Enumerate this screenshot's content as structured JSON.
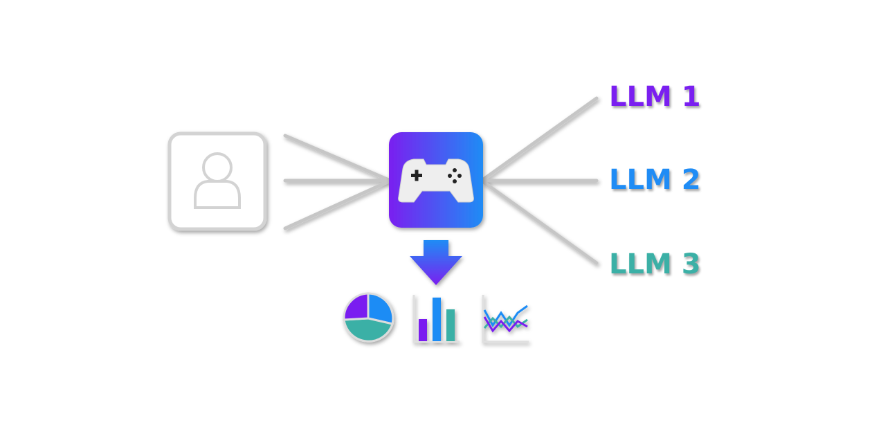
{
  "nodes": {
    "user": {
      "icon": "user-icon"
    },
    "game": {
      "icon": "gamepad-icon",
      "gradient": [
        "#7a1ff0",
        "#1f8cf5"
      ]
    },
    "outputs": {
      "icons": [
        "pie-chart-icon",
        "bar-chart-icon",
        "line-chart-icon"
      ]
    }
  },
  "llms": [
    {
      "label": "LLM 1",
      "color": "#7a1ff0"
    },
    {
      "label": "LLM 2",
      "color": "#1f8cf5"
    },
    {
      "label": "LLM 3",
      "color": "#3bb0a6"
    }
  ],
  "colors": {
    "purple": "#7a1ff0",
    "blue": "#1f8cf5",
    "teal": "#3bb0a6",
    "line_gray": "#c8c8c8"
  }
}
